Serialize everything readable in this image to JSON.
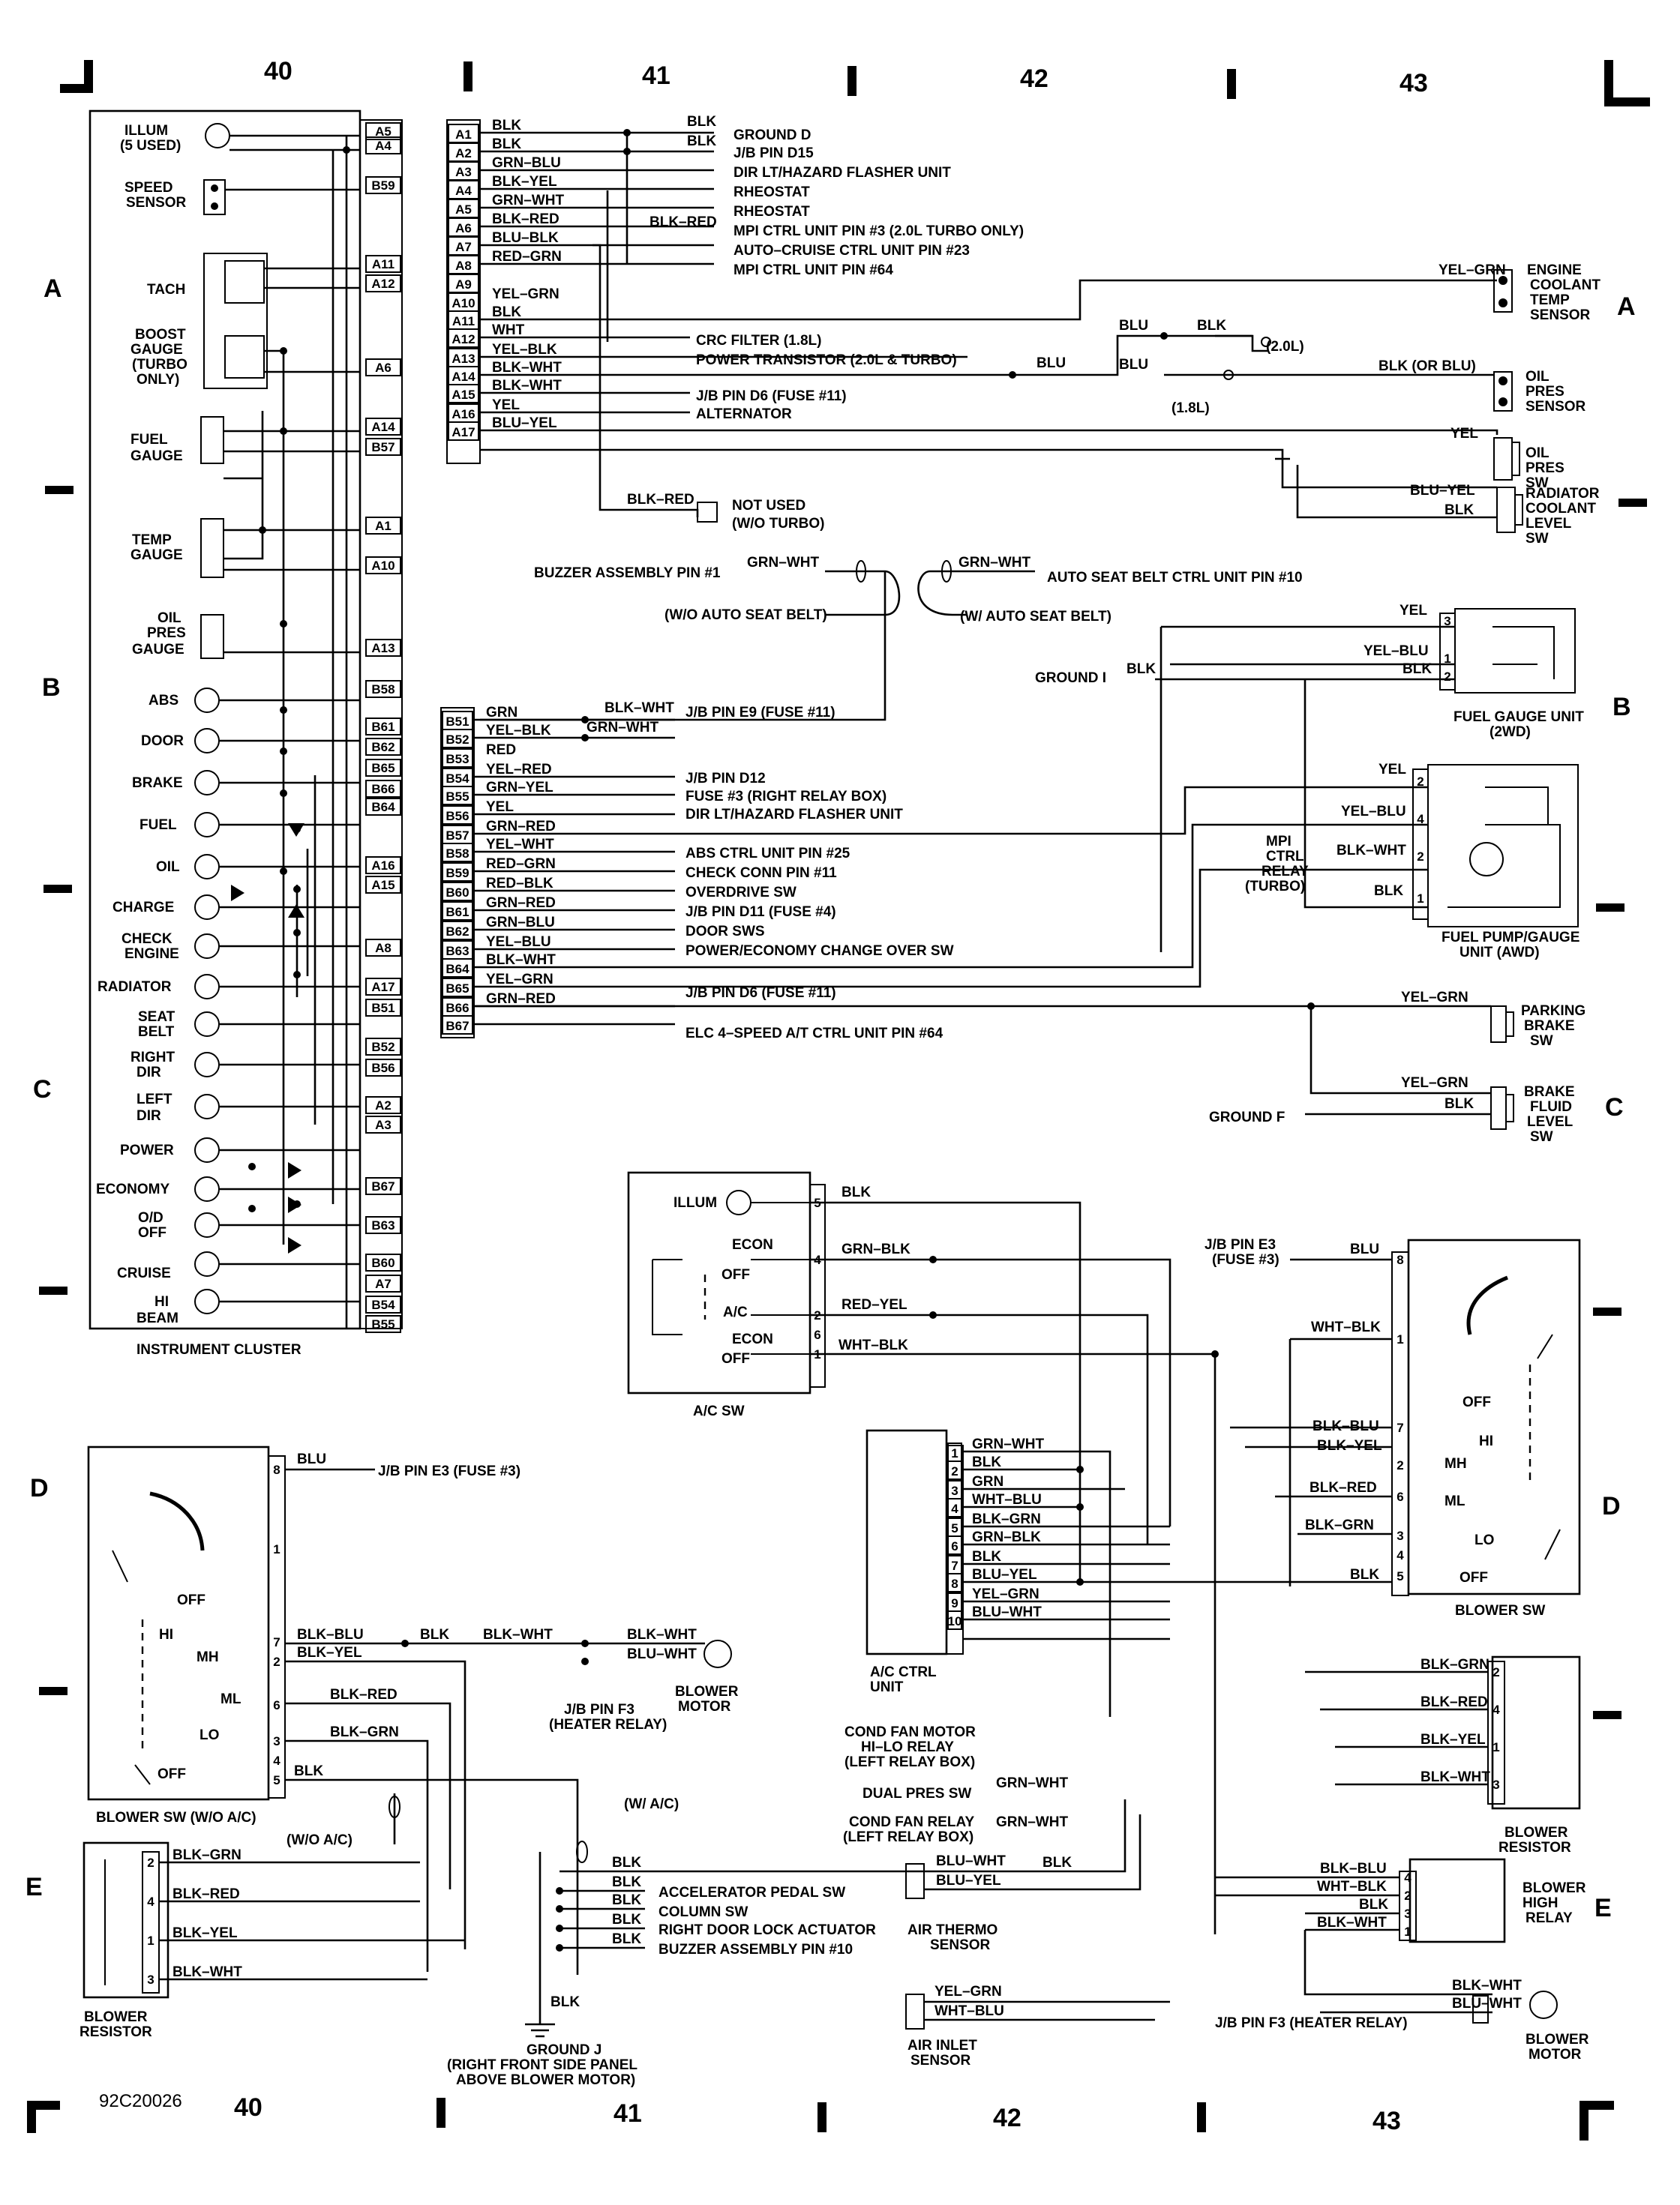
{
  "page": {
    "code": "92C20026"
  },
  "grid": {
    "columns": [
      "40",
      "41",
      "42",
      "43"
    ],
    "rows": [
      "A",
      "B",
      "C",
      "D",
      "E"
    ]
  },
  "cluster": {
    "title": "INSTRUMENT CLUSTER",
    "items": [
      "ILLUM",
      "(5 USED)",
      "SPEED",
      "SENSOR",
      "TACH",
      "BOOST",
      "GAUGE",
      "(TURBO",
      "ONLY)",
      "FUEL",
      "GAUGE",
      "TEMP",
      "GAUGE",
      "OIL",
      "PRES",
      "GAUGE",
      "ABS",
      "DOOR",
      "BRAKE",
      "FUEL",
      "OIL",
      "CHARGE",
      "CHECK",
      "ENGINE",
      "RADIATOR",
      "SEAT",
      "BELT",
      "RIGHT",
      "DIR",
      "LEFT",
      "DIR",
      "POWER",
      "ECONOMY",
      "O/D",
      "OFF",
      "CRUISE",
      "HI",
      "BEAM"
    ],
    "pins": [
      "A5",
      "A4",
      "B59",
      "A11",
      "A12",
      "A6",
      "A14",
      "B57",
      "A1",
      "A10",
      "A13",
      "B58",
      "B61",
      "B62",
      "B65",
      "B66",
      "B64",
      "A16",
      "A15",
      "A8",
      "A17",
      "B51",
      "B52",
      "B56",
      "A2",
      "A3",
      "B67",
      "B63",
      "B60",
      "A7",
      "B54",
      "B55"
    ]
  },
  "a_conn": {
    "pins": [
      "A1",
      "A2",
      "A3",
      "A4",
      "A5",
      "A6",
      "A7",
      "A8",
      "A9",
      "A10",
      "A11",
      "A12",
      "A13",
      "A14",
      "A15",
      "A16",
      "A17"
    ],
    "wires": [
      "BLK",
      "BLK",
      "GRN–BLU",
      "BLK–YEL",
      "GRN–WHT",
      "BLK–RED",
      "BLU–BLK",
      "RED–GRN",
      "",
      "YEL–GRN",
      "BLK",
      "WHT",
      "YEL–BLK",
      "BLK–WHT",
      "BLK–WHT",
      "YEL",
      "BLU–YEL"
    ],
    "dest": [
      "GROUND D",
      "J/B PIN D15",
      "DIR LT/HAZARD FLASHER UNIT",
      "RHEOSTAT",
      "RHEOSTAT",
      "MPI CTRL UNIT PIN #3 (2.0L TURBO ONLY)",
      "AUTO–CRUISE CTRL UNIT PIN #23",
      "MPI CTRL UNIT PIN #64",
      "CRC FILTER (1.8L)",
      "POWER TRANSISTOR (2.0L & TURBO)",
      "J/B PIN D6 (FUSE #11)",
      "ALTERNATOR"
    ],
    "mid_wires": [
      "BLK",
      "BLK",
      "BLK–RED",
      "BLU",
      "BLU",
      "BLK",
      "BLU",
      "BLK–RED",
      "BLK (OR BLU)",
      "YEL–GRN",
      "YEL",
      "BLU–YEL",
      "BLK"
    ],
    "notes": [
      "(2.0L)",
      "(1.8L)",
      "NOT USED",
      "(W/O TURBO)"
    ]
  },
  "right_a": {
    "items": [
      "ENGINE",
      "COOLANT",
      "TEMP",
      "SENSOR",
      "OIL",
      "PRES",
      "SENSOR",
      "OIL",
      "PRES",
      "SW",
      "RADIATOR",
      "COOLANT",
      "LEVEL",
      "SW"
    ]
  },
  "buzzer": {
    "left": "BUZZER ASSEMBLY PIN #1",
    "right": "AUTO SEAT BELT CTRL UNIT PIN #10",
    "wires": [
      "GRN–WHT",
      "GRN–WHT"
    ],
    "notes": [
      "(W/O AUTO SEAT BELT)",
      "(W/ AUTO SEAT BELT)"
    ]
  },
  "b_conn": {
    "pins": [
      "B51",
      "B52",
      "B53",
      "B54",
      "B55",
      "B56",
      "B57",
      "B58",
      "B59",
      "B60",
      "B61",
      "B62",
      "B63",
      "B64",
      "B65",
      "B66",
      "B67"
    ],
    "wires": [
      "GRN",
      "YEL–BLK",
      "RED",
      "YEL–RED",
      "GRN–YEL",
      "YEL",
      "GRN–RED",
      "YEL–WHT",
      "RED–GRN",
      "RED–BLK",
      "GRN–RED",
      "GRN–BLU",
      "YEL–BLU",
      "BLK–WHT",
      "YEL–GRN",
      "GRN–RED"
    ],
    "mid_wires": [
      "BLK–WHT",
      "GRN–WHT"
    ],
    "dest": [
      "J/B PIN E9 (FUSE #11)",
      "J/B PIN D12",
      "FUSE #3 (RIGHT RELAY BOX)",
      "DIR LT/HAZARD FLASHER UNIT",
      "ABS CTRL UNIT PIN #25",
      "CHECK CONN PIN #11",
      "OVERDRIVE SW",
      "J/B PIN D11 (FUSE #4)",
      "DOOR SWS",
      "POWER/ECONOMY CHANGE OVER SW",
      "J/B PIN D6 (FUSE #11)",
      "ELC 4–SPEED A/T CTRL UNIT PIN #64"
    ]
  },
  "fuel": {
    "ground": "GROUND I",
    "wires": [
      "BLK",
      "YEL",
      "YEL–BLU",
      "BLK",
      "YEL",
      "YEL–BLU",
      "BLK–WHT",
      "BLK"
    ],
    "pins": [
      "3",
      "1",
      "2",
      "2",
      "4",
      "2",
      "1"
    ],
    "unit_2wd": [
      "FUEL GAUGE UNIT",
      "(2WD)"
    ],
    "relay": [
      "MPI",
      "CTRL",
      "RELAY",
      "(TURBO)"
    ],
    "unit_awd": [
      "FUEL PUMP/GAUGE",
      "UNIT (AWD)"
    ]
  },
  "brake": {
    "ground": "GROUND F",
    "wires": [
      "YEL–GRN",
      "YEL–GRN",
      "BLK"
    ],
    "parking": [
      "PARKING",
      "BRAKE",
      "SW"
    ],
    "fluid": [
      "BRAKE",
      "FLUID",
      "LEVEL",
      "SW"
    ]
  },
  "ac_sw": {
    "title": "A/C SW",
    "labels": [
      "ILLUM",
      "ECON",
      "OFF",
      "A/C",
      "ECON",
      "OFF"
    ],
    "pins": [
      "5",
      "4",
      "2",
      "6",
      "1"
    ],
    "wires": [
      "BLK",
      "GRN–BLK",
      "RED–YEL",
      "WHT–BLK"
    ]
  },
  "blower_sw_r": {
    "title": "BLOWER SW",
    "src": [
      "J/B PIN E3",
      "(FUSE #3)"
    ],
    "wires": [
      "BLU",
      "WHT–BLK",
      "BLK–BLU",
      "BLK–YEL",
      "BLK–RED",
      "BLK–GRN",
      "BLK"
    ],
    "pins": [
      "8",
      "1",
      "7",
      "2",
      "6",
      "3",
      "4",
      "5"
    ],
    "labels": [
      "OFF",
      "HI",
      "MH",
      "ML",
      "LO",
      "OFF"
    ]
  },
  "ac_ctrl": {
    "title": [
      "A/C CTRL",
      "UNIT"
    ],
    "pins": [
      "1",
      "2",
      "3",
      "4",
      "5",
      "6",
      "7",
      "8",
      "9",
      "10"
    ],
    "wires": [
      "GRN–WHT",
      "BLK",
      "GRN",
      "WHT–BLU",
      "BLK–GRN",
      "GRN–BLK",
      "BLK",
      "BLU–YEL",
      "YEL–GRN",
      "BLU–WHT"
    ],
    "cond_fan_relay": [
      "COND FAN MOTOR",
      "HI–LO RELAY",
      "(LEFT RELAY BOX)"
    ],
    "dual_pres": "DUAL PRES SW",
    "cond_fan_relay2": [
      "COND FAN RELAY",
      "(LEFT RELAY BOX)"
    ],
    "side_wires": [
      "GRN–WHT",
      "GRN–WHT",
      "BLK"
    ]
  },
  "blower_sw_l": {
    "title": "BLOWER SW (W/O A/C)",
    "pins": [
      "8",
      "1",
      "7",
      "2",
      "6",
      "3",
      "4",
      "5"
    ],
    "wires": [
      "BLU",
      "BLK–BLU",
      "BLK–YEL",
      "BLK–RED",
      "BLK–GRN",
      "BLK",
      "BLK",
      "BLK–WHT"
    ],
    "labels": [
      "OFF",
      "HI",
      "MH",
      "ML",
      "LO",
      "OFF"
    ],
    "dest": "J/B PIN E3 (FUSE #3)"
  },
  "blower_motor_l": {
    "wires": [
      "BLK–WHT",
      "BLU–WHT"
    ],
    "relay": [
      "J/B PIN F3",
      "(HEATER RELAY)"
    ],
    "title": [
      "BLOWER",
      "MOTOR"
    ]
  },
  "resistor_l": {
    "title": [
      "BLOWER",
      "RESISTOR"
    ],
    "pins": [
      "2",
      "4",
      "1",
      "3"
    ],
    "wires": [
      "BLK–GRN",
      "BLK–RED",
      "BLK–YEL",
      "BLK–WHT"
    ],
    "notes": [
      "(W/O A/C)",
      "(W/ A/C)"
    ]
  },
  "ground_j": {
    "wires": [
      "BLK",
      "BLK",
      "BLK",
      "BLK",
      "BLK",
      "BLK"
    ],
    "dest": [
      "ACCELERATOR PEDAL SW",
      "COLUMN SW",
      "RIGHT DOOR LOCK ACTUATOR",
      "BUZZER ASSEMBLY PIN #10"
    ],
    "title": [
      "GROUND J",
      "(RIGHT FRONT SIDE PANEL",
      "ABOVE BLOWER MOTOR)"
    ]
  },
  "resistor_r": {
    "title": [
      "BLOWER",
      "RESISTOR"
    ],
    "pins": [
      "2",
      "4",
      "1",
      "3"
    ],
    "wires": [
      "BLK–GRN",
      "BLK–RED",
      "BLK–YEL",
      "BLK–WHT"
    ]
  },
  "sensors": {
    "thermo": [
      "AIR THERMO",
      "SENSOR"
    ],
    "thermo_wires": [
      "BLU–WHT",
      "BLU–YEL"
    ],
    "inlet": [
      "AIR INLET",
      "SENSOR"
    ],
    "inlet_wires": [
      "YEL–GRN",
      "WHT–BLU"
    ]
  },
  "hi_relay": {
    "title": [
      "BLOWER",
      "HIGH",
      "RELAY"
    ],
    "pins": [
      "4",
      "2",
      "3",
      "1"
    ],
    "wires": [
      "BLK–BLU",
      "WHT–BLK",
      "BLK",
      "BLK–WHT"
    ]
  },
  "blower_motor_r": {
    "wires": [
      "BLK–WHT",
      "BLU–WHT"
    ],
    "relay": "J/B PIN F3 (HEATER RELAY)",
    "title": [
      "BLOWER",
      "MOTOR"
    ]
  }
}
